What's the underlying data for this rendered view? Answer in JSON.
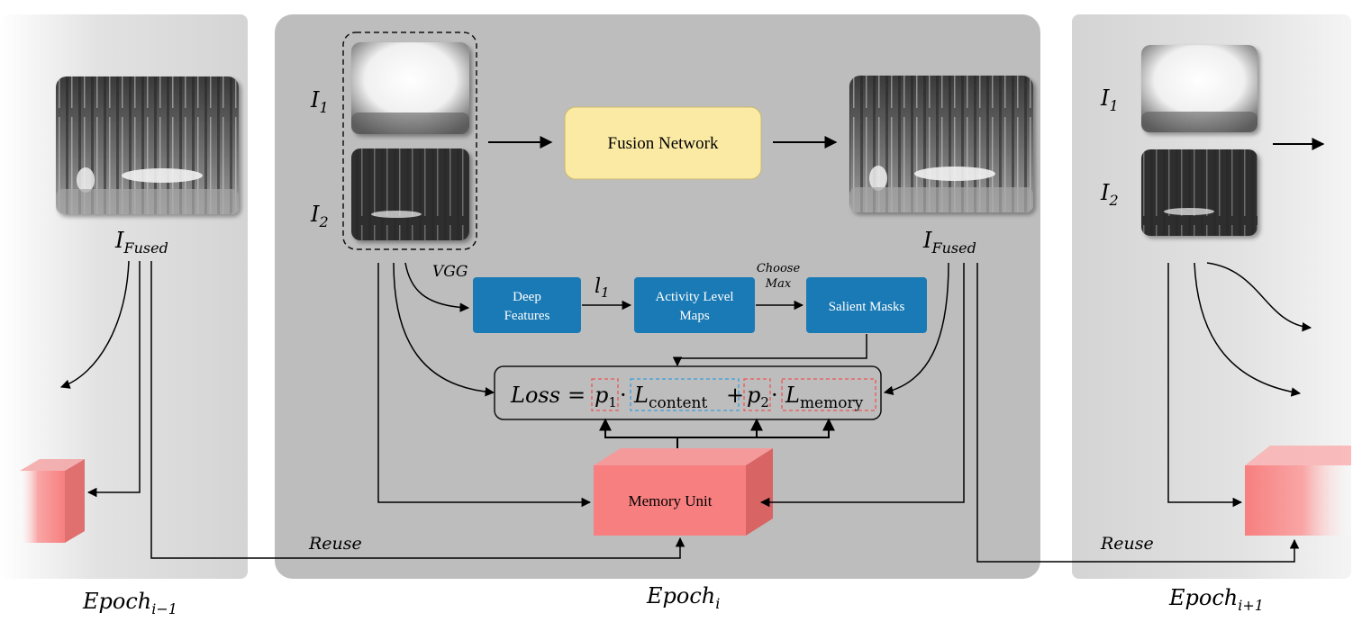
{
  "epochs": {
    "prev": "Epoch",
    "prev_sub": "i−1",
    "curr": "Epoch",
    "curr_sub": "i",
    "next": "Epoch",
    "next_sub": "i+1"
  },
  "inputs": {
    "i1": "I",
    "i1_sub": "1",
    "i2": "I",
    "i2_sub": "2"
  },
  "fused": {
    "label": "I",
    "sub": "Fused"
  },
  "fusion_network": "Fusion Network",
  "vgg": "VGG",
  "l1": "l",
  "l1_sub": "1",
  "deep_features_1": "Deep",
  "deep_features_2": "Features",
  "activity_1": "Activity Level",
  "activity_2": "Maps",
  "choose_1": "Choose",
  "choose_2": "Max",
  "salient_masks": "Salient Masks",
  "loss": {
    "loss": "Loss",
    "eq": "=",
    "p": "p",
    "p1_sub": "1",
    "p2_sub": "2",
    "dot": "·",
    "L": "L",
    "content": "content",
    "memory": "memory",
    "plus": "+"
  },
  "memory_unit": "Memory Unit",
  "reuse": "Reuse",
  "colors": {
    "panel_dark": "#bfbfbf",
    "panel_light": "#dcdcdc",
    "fusion_box": "#fbeaa4",
    "blue_box": "#1a7ab5",
    "memory_front": "#f77f7f",
    "dash_red": "#ee5555",
    "dash_blue": "#3aa0dd"
  }
}
